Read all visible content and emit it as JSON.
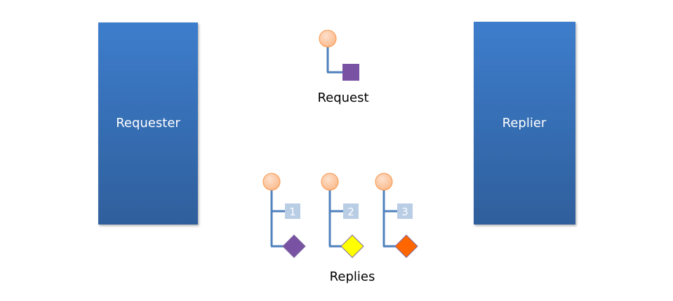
{
  "diagram": {
    "requester": {
      "label": "Requester"
    },
    "replier": {
      "label": "Replier"
    },
    "request": {
      "caption": "Request",
      "payload_color": "#7952a3"
    },
    "replies": {
      "caption": "Replies",
      "items": [
        {
          "sequence": "1",
          "payload_color": "#7952a3"
        },
        {
          "sequence": "2",
          "payload_color": "#ffff00"
        },
        {
          "sequence": "3",
          "payload_color": "#ff6600"
        }
      ]
    },
    "colors": {
      "box_top": "#3d7dcc",
      "box_bottom": "#2f5f9c",
      "arrow": "#4f81bd",
      "head_fill": "#fbc29a",
      "head_stroke": "#f7964a",
      "seq_tag": "#b9cde5"
    }
  }
}
